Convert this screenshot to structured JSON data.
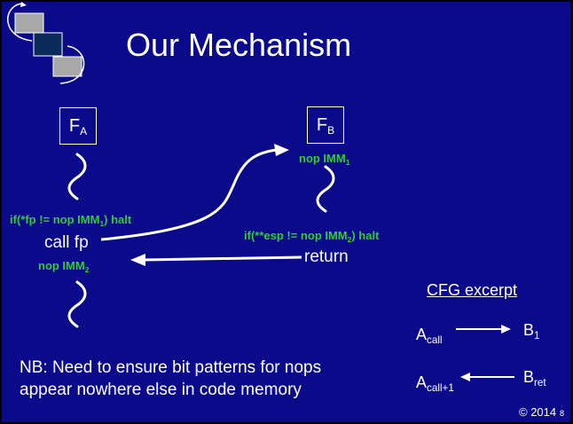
{
  "slide": {
    "title": "Our Mechanism",
    "fa": {
      "base": "F",
      "sub": "A"
    },
    "fb": {
      "base": "F",
      "sub": "B"
    },
    "left_check": {
      "pre": "if(*fp != nop IMM",
      "sub": "1",
      "post": ") halt"
    },
    "call_label": "call fp",
    "left_nop": {
      "pre": "nop IMM",
      "sub": "2"
    },
    "right_nop": {
      "pre": "nop IMM",
      "sub": "1"
    },
    "right_check": {
      "pre": "if(**esp != nop IMM",
      "sub": "2",
      "post": ") halt"
    },
    "return_label": "return",
    "cfg_title": "CFG excerpt",
    "a_call": {
      "base": "A",
      "sub": "call"
    },
    "b1": {
      "base": "B",
      "sub": "1"
    },
    "a_call1": {
      "base": "A",
      "sub": "call+1"
    },
    "b_ret": {
      "base": "B",
      "sub": "ret"
    },
    "nb_line1": "NB: Need to ensure bit patterns for nops",
    "nb_line2": "appear nowhere else in code memory",
    "copyright": "© 2014",
    "page_number": "8"
  },
  "colors": {
    "background": "#0a0a8a",
    "text": "#ffffff",
    "highlight": "#33cc33"
  }
}
